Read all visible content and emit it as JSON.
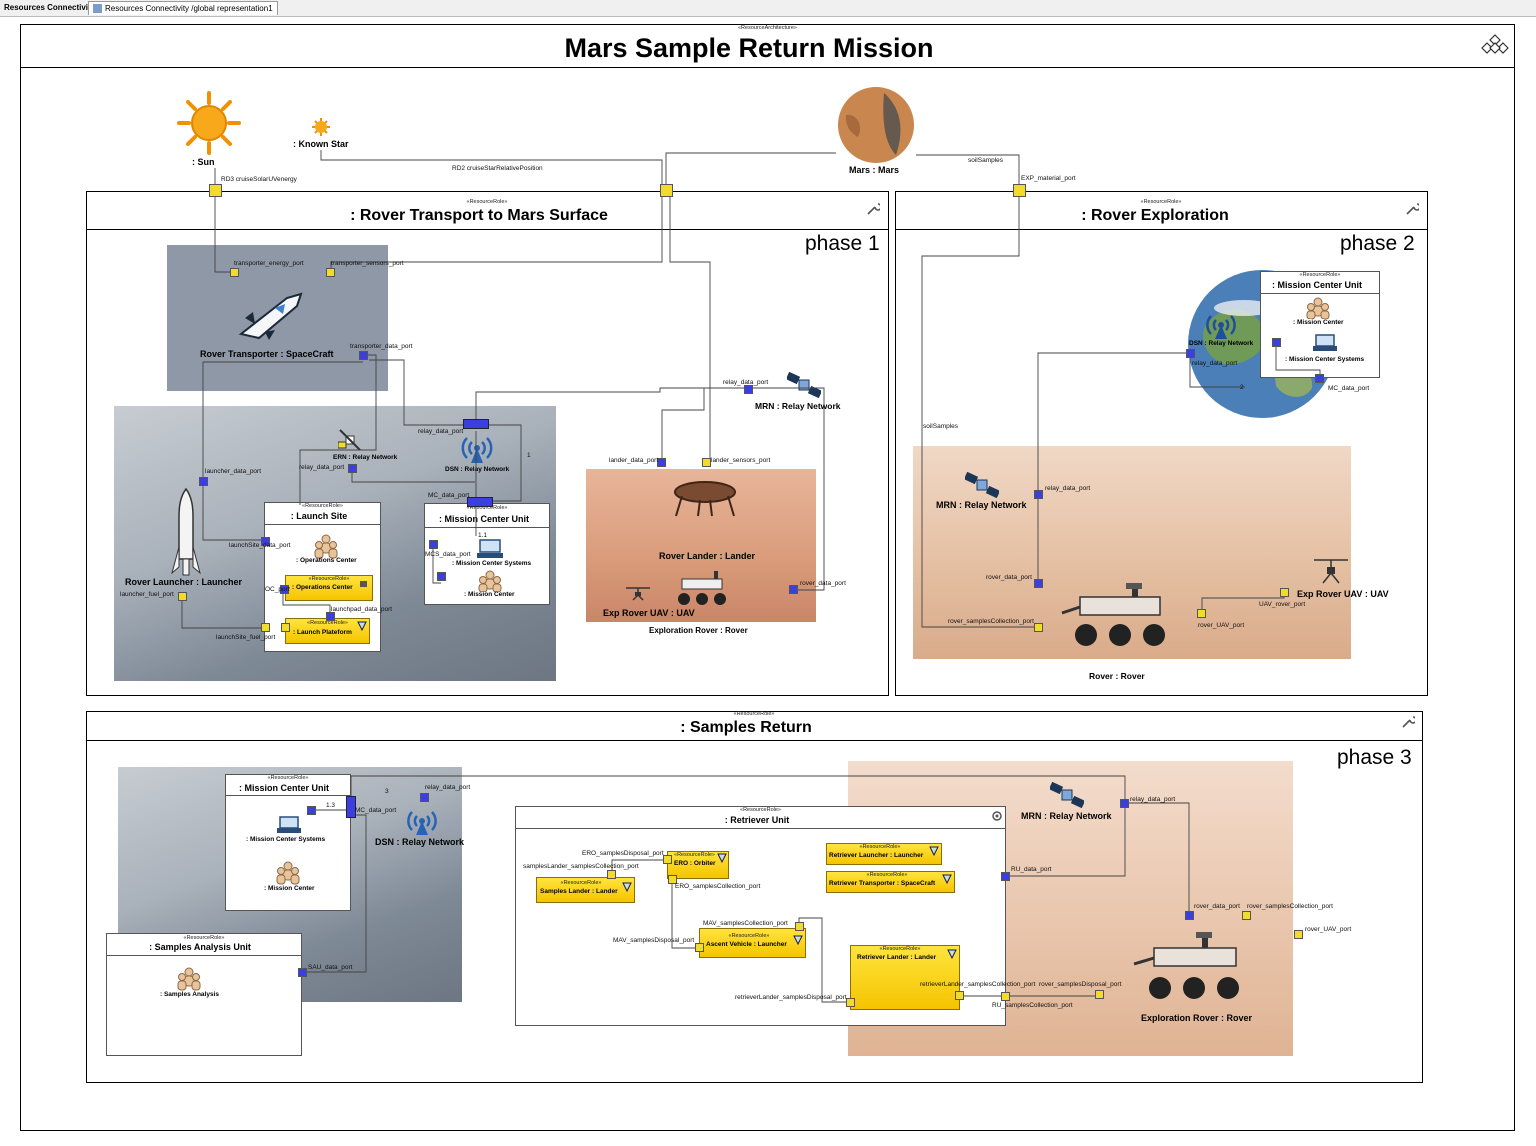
{
  "tabs": {
    "active": "Resources Connectivity",
    "open": "Resources Connectivity /global representation1"
  },
  "diagram": {
    "stereotype": "«ResourceArchitecture»",
    "title": "Mars Sample Return Mission"
  },
  "top": {
    "sun": ": Sun",
    "known_star": ": Known Star",
    "mars": "Mars : Mars",
    "conn_sun": "RD3 cruiseSolarUVenergy",
    "conn_star": "RD2 cruiseStarRelativePosition",
    "conn_soil": "soilSamples",
    "exp_material_port": "EXP_material_port"
  },
  "phase1": {
    "stereotype": "«ResourceRole»",
    "title": ": Rover Transport to Mars Surface",
    "phase": "phase 1",
    "transporter": "Rover Transporter : SpaceCraft",
    "transporter_energy_port": "transporter_energy_port",
    "transporter_sensors_port": "transporter_sensors_port",
    "transporter_data_port": "transporter_data_port",
    "launcher": "Rover Launcher : Launcher",
    "launcher_data_port": "launcher_data_port",
    "launcher_fuel_port": "launcher_fuel_port",
    "ern": "ERN : Relay Network",
    "ern_relay_port": "relay_data_port",
    "dsn": "DSN : Relay Network",
    "dsn_relay_port": "relay_data_port",
    "mult_1": "1",
    "mult_11": "1.1",
    "mc_data_port": "MC_data_port",
    "launch_site": ": Launch Site",
    "launch_site_stereo": "«ResourceRole»",
    "launchsite_data_port": "launchSite_data_port",
    "launchsite_fuel_port": "launchSite_fuel_port",
    "operations_center": ": Operations Center",
    "oc_port": "OC_port",
    "ops_center_box": ": Operations Center",
    "launchpad_port": "launchpad_data_port",
    "launch_plateform": ": Launch Plateform",
    "mcu": ": Mission Center Unit",
    "mcu_stereo": "«ResourceRole»",
    "mcs_data_port": "MCS_data_port",
    "mission_center_systems": ": Mission Center Systems",
    "mission_center": ": Mission Center",
    "mrn": "MRN : Relay Network",
    "mrn_relay_port": "relay_data_port",
    "lander": "Rover Lander : Lander",
    "lander_data_port": "lander_data_port",
    "lander_sensors_port": "lander_sensors_port",
    "rover_data_port": "rover_data_port",
    "exp_uav": "Exp Rover UAV : UAV",
    "exploration_rover": "Exploration Rover : Rover"
  },
  "phase2": {
    "stereotype": "«ResourceRole»",
    "title": ": Rover Exploration",
    "phase": "phase 2",
    "mcu": ": Mission Center Unit",
    "mcu_stereo": "«ResourceRole»",
    "mission_center": ": Mission Center",
    "mission_center_systems": ": Mission Center Systems",
    "dsn": "DSN : Relay Network",
    "dsn_relay_port": "relay_data_port",
    "mc_data_port": "MC_data_port",
    "mult_2": "2",
    "soil_samples": "soilSamples",
    "mrn": "MRN : Relay Network",
    "mrn_relay_port": "relay_data_port",
    "rover_data_port": "rover_data_port",
    "rover_samples_port": "rover_samplesCollection_port",
    "rover_uav_port": "rover_UAV_port",
    "uav_rover_port": "UAV_rover_port",
    "exp_uav": "Exp Rover UAV : UAV",
    "rover": "Rover : Rover"
  },
  "phase3": {
    "stereotype": "«ResourceRole»",
    "title": ": Samples Return",
    "phase": "phase 3",
    "mcu": ": Mission Center Unit",
    "mcu_stereo": "«ResourceRole»",
    "mult_13": "1.3",
    "mult_3": "3",
    "mc_data_port": "MC_data_port",
    "mission_center_systems": ": Mission Center Systems",
    "mission_center": ": Mission Center",
    "dsn": "DSN : Relay Network",
    "dsn_relay_port": "relay_data_port",
    "sau": ": Samples Analysis Unit",
    "sau_stereo": "«ResourceRole»",
    "sau_data_port": "SAU_data_port",
    "samples_analysis": ": Samples Analysis",
    "retriever": ": Retriever Unit",
    "retriever_stereo": "«ResourceRole»",
    "ero_disposal_port": "ERO_samplesDisposal_port",
    "ero_collection_port": "ERO_samplesCollection_port",
    "ero": "ERO : Orbiter",
    "lander_collection_port": "samplesLander_samplesCollection_port",
    "samples_lander": "Samples Lander : Lander",
    "mav_collection_port": "MAV_samplesCollection_port",
    "mav_disposal_port": "MAV_samplesDisposal_port",
    "ascent_vehicle": "Ascent Vehicle : Launcher",
    "retriever_launcher": "Retriever Launcher : Launcher",
    "retriever_transporter": "Retriever Transporter : SpaceCraft",
    "retriever_lander": "Retriever Lander : Lander",
    "rl_collection_port": "retrieverLander_samplesCollection_port",
    "rl_disposal_port": "retrieverLander_samplesDisposal_port",
    "ru_data_port": "RU_data_port",
    "ru_collection_port": "RU_samplesCollection_port",
    "mrn": "MRN : Relay Network",
    "mrn_relay_port": "relay_data_port",
    "rover_data_port": "rover_data_port",
    "rover_samples_port": "rover_samplesCollection_port",
    "rover_uav_port": "rover_UAV_port",
    "rover_disposal_port": "rover_samplesDisposal_port",
    "exploration_rover": "Exploration Rover : Rover",
    "rr_stereo": "«ResourceRole»"
  }
}
